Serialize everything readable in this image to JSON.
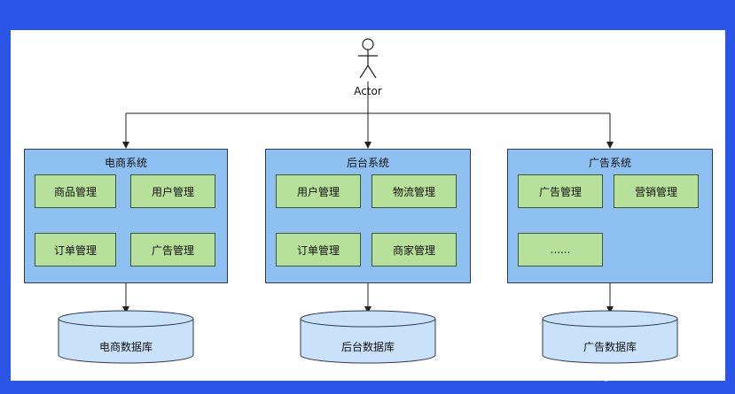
{
  "actor": {
    "label": "Actor"
  },
  "systems": [
    {
      "title": "电商系统",
      "database": "电商数据库",
      "modules": [
        "商品管理",
        "用户管理",
        "订单管理",
        "广告管理"
      ]
    },
    {
      "title": "后台系统",
      "database": "后台数据库",
      "modules": [
        "用户管理",
        "物流管理",
        "订单管理",
        "商家管理"
      ]
    },
    {
      "title": "广告系统",
      "database": "广告数据库",
      "modules": [
        "广告管理",
        "营销管理",
        "......"
      ]
    }
  ],
  "footer": {
    "watermark": "@稀土掘金技术社区"
  },
  "colors": {
    "frame": "#2a55e6",
    "system_fill": "#8fc0f2",
    "module_fill": "#b7e09a",
    "database_fill": "#c9e2fa",
    "line": "#222222"
  }
}
